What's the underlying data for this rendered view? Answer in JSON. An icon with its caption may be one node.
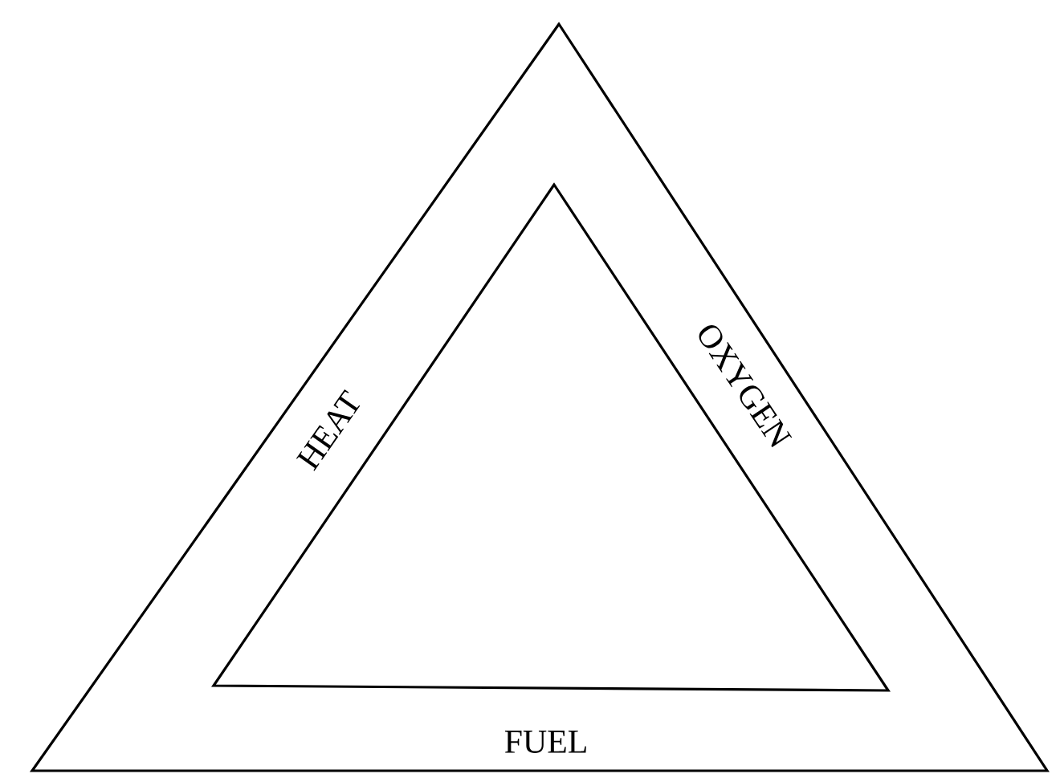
{
  "diagram": {
    "nodes": [
      {
        "text": [
          "HEAT",
          "OXYGEN",
          "FUEL"
        ]
      },
      {
        "text": [],
        "shape": "triangle",
        "in": 0
      }
    ]
  }
}
